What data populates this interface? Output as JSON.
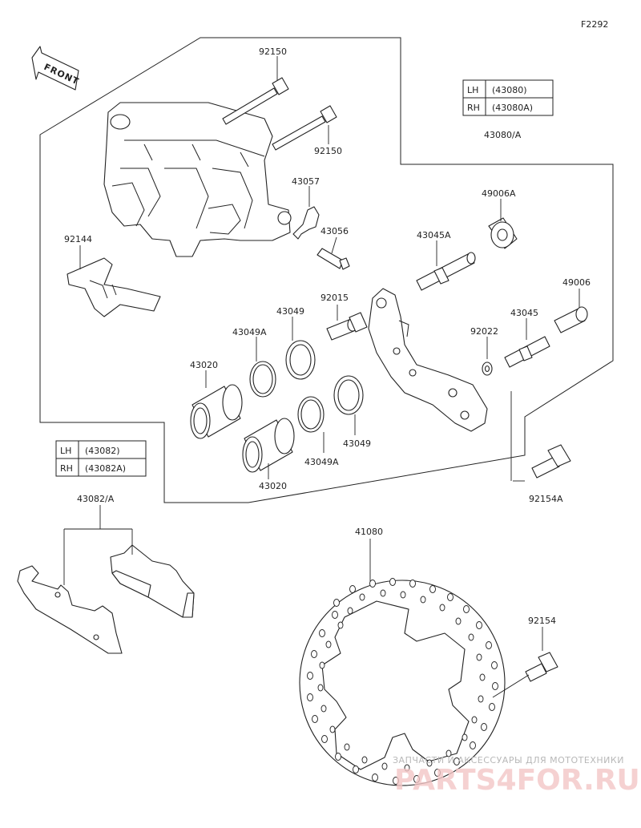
{
  "figure_code": "F2292",
  "front_label": "FRONT",
  "tables": {
    "caliper": {
      "rows": [
        {
          "side": "LH",
          "part": "(43080)"
        },
        {
          "side": "RH",
          "part": "(43080A)"
        }
      ]
    },
    "pads": {
      "rows": [
        {
          "side": "LH",
          "part": "(43082)"
        },
        {
          "side": "RH",
          "part": "(43082A)"
        }
      ]
    }
  },
  "parts": {
    "p92150a": "92150",
    "p92150b": "92150",
    "p43080": "43080/A",
    "p43057": "43057",
    "p49006A": "49006A",
    "p43056": "43056",
    "p43045A": "43045A",
    "p92144": "92144",
    "p49006": "49006",
    "p92015": "92015",
    "p43049a": "43049",
    "p43045": "43045",
    "p43049Aa": "43049A",
    "p92022": "92022",
    "p43020a": "43020",
    "p43049b": "43049",
    "p43049Ab": "43049A",
    "p43020b": "43020",
    "p92154A": "92154A",
    "p43082": "43082/A",
    "p41080": "41080",
    "p92154": "92154"
  },
  "watermark": {
    "line1": "ЗАПЧАСТИ И АКСЕССУАРЫ ДЛЯ МОТОТЕХНИКИ",
    "line2": "PARTS4FOR.RU"
  }
}
